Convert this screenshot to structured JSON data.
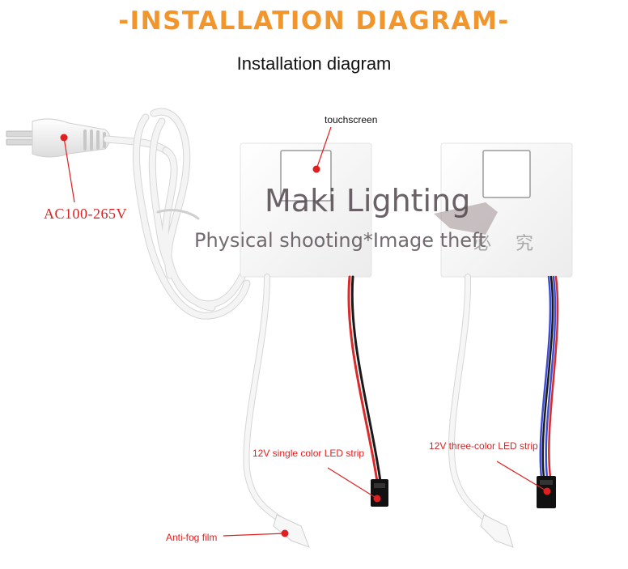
{
  "header": {
    "title": "-INSTALLATION DIAGRAM-",
    "subtitle": "Installation diagram"
  },
  "labels": {
    "touchscreen": "touchscreen",
    "ac_voltage": "AC100-265V",
    "single_color_strip": "12V single color LED strip",
    "three_color_strip": "12V three-color LED strip",
    "anti_fog": "Anti-fog film"
  },
  "watermark": {
    "brand": "Maki Lighting",
    "note": "Physical shooting*Image theft",
    "cjk": "必究"
  },
  "colors": {
    "title_orange": "#f0962d",
    "label_red": "#e02020",
    "cable_white": "#f4f4f4",
    "wire_red": "#d92b2b",
    "wire_black": "#1a1a1a",
    "wire_blue": "#3f4fd0"
  }
}
